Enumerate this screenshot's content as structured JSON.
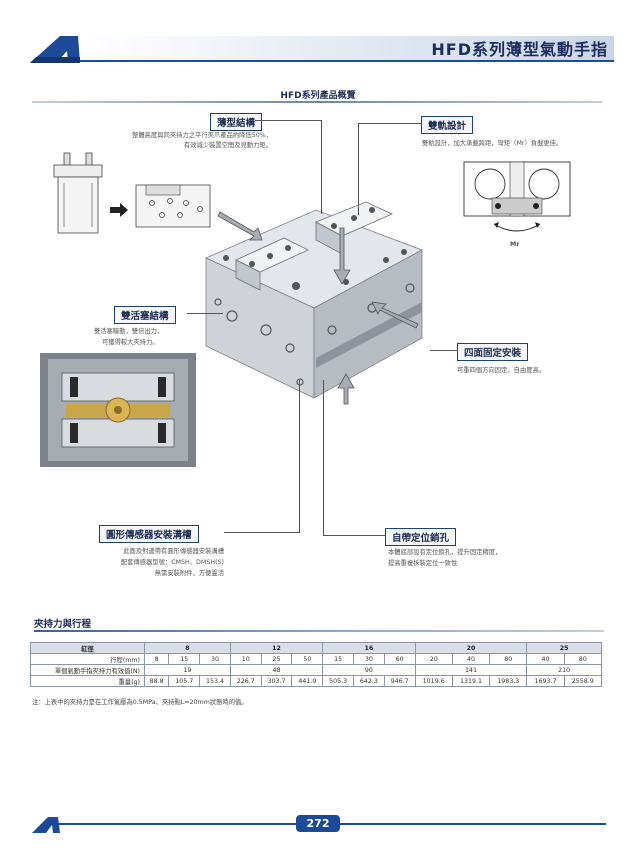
{
  "header": {
    "title": "HFD系列薄型氣動手指"
  },
  "overview": {
    "title": "HFD系列產品概覽"
  },
  "features": {
    "thin": {
      "label": "薄型結構",
      "desc1": "整體高度與同夾持力之平行夾爪產品約降低50%，",
      "desc2": "有效減少裝置空間及見動力矩。"
    },
    "rail": {
      "label": "雙軌設計",
      "desc1": "雙軌設計，加大承載跨距，彎矩（Mr）負載更佳。",
      "mr": "Mr"
    },
    "piston": {
      "label": "雙活塞結構",
      "desc1": "雙活塞驅動，雙倍出力，",
      "desc2": "可獲得較大夾持力。"
    },
    "mount": {
      "label": "四面固定安裝",
      "desc1": "可重四個方向固定，自由度高。"
    },
    "sensor": {
      "label": "圓形傳感器安裝溝槽",
      "desc1": "此面及對邊帶有圓形傳感器安裝溝槽",
      "desc2": "配套傳感器型號：CMSH、DMSH(S)",
      "desc3": "無需安裝附件，方便靈活"
    },
    "pin": {
      "label": "自帶定位銷孔",
      "desc1": "本體底部設有定位銷孔，提升固定精度，",
      "desc2": "提高重複拆裝定位一致性"
    }
  },
  "table": {
    "title": "夾持力與行程",
    "header_label": "缸徑",
    "bores": [
      "8",
      "12",
      "16",
      "20",
      "25"
    ],
    "rows": [
      {
        "label": "行程(mm)",
        "values": [
          "8",
          "15",
          "30",
          "10",
          "25",
          "50",
          "15",
          "30",
          "60",
          "20",
          "40",
          "80",
          "40",
          "80"
        ]
      },
      {
        "label": "單個氣動手指夾持力有效值(N)",
        "values": [
          "19",
          "48",
          "90",
          "141",
          "210"
        ]
      },
      {
        "label": "重量(g)",
        "values": [
          "88.8",
          "105.7",
          "153.4",
          "226.7",
          "303.7",
          "441.9",
          "505.3",
          "642.3",
          "946.7",
          "1019.6",
          "1319.1",
          "1983.3",
          "1693.7",
          "2558.9"
        ]
      }
    ],
    "note": "注：上表中的夾持力是在工作氣壓為0.5MPa、夾持點L=20mm狀態時的值。"
  },
  "footer": {
    "page_number": "272"
  },
  "colors": {
    "brand_blue": "#1d4a98",
    "navy_text": "#1e2c52"
  }
}
